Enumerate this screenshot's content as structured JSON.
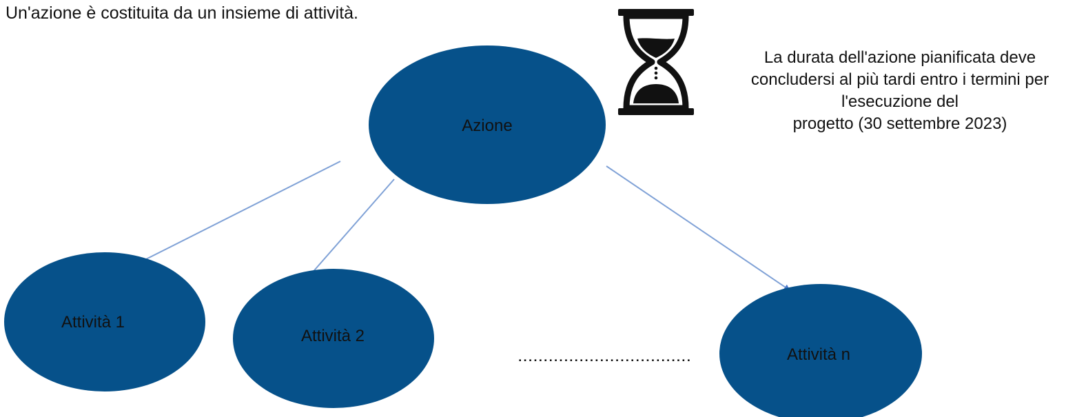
{
  "intro_text": "Un'azione è costituita da un insieme di attività.",
  "nodes": {
    "root": {
      "label": "Azione"
    },
    "a1": {
      "label": "Attività 1"
    },
    "a2": {
      "label": "Attività 2"
    },
    "an": {
      "label": "Attività n"
    }
  },
  "ellipsis": "..................................",
  "note": {
    "lines": [
      "La durata dell'azione pianificata deve",
      "concludersi al più tardi entro i termini per",
      "l'esecuzione del",
      "progetto (30 settembre 2023)"
    ]
  },
  "icons": {
    "timer": "hourglass-icon"
  },
  "colors": {
    "node_fill": "#06518a",
    "arrow": "#7fa1d6",
    "arrow_head": "#4a78c9"
  }
}
